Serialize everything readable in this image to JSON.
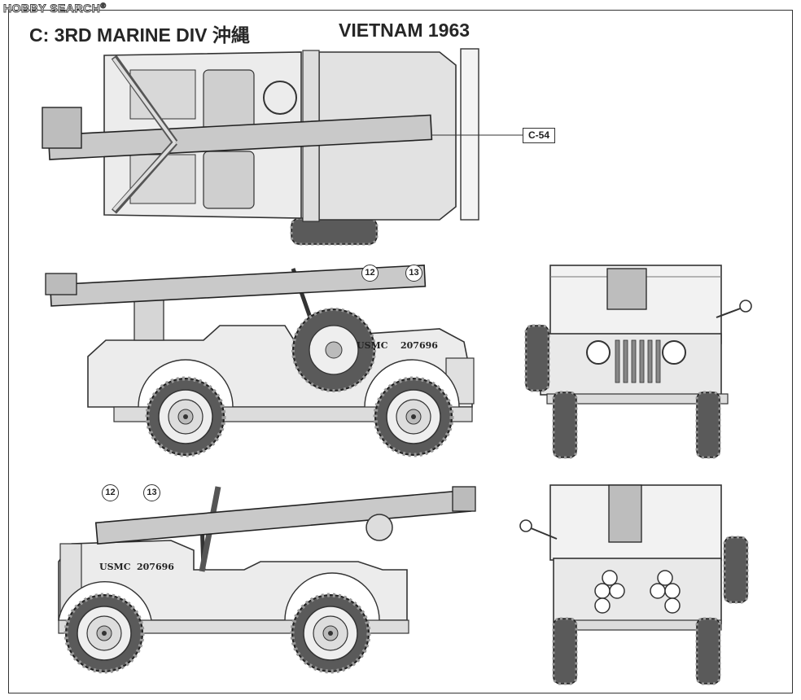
{
  "watermark": {
    "text": "HOBBY SEARCH",
    "reg": "®"
  },
  "title": {
    "scheme": "C: 3RD MARINE DIV 沖縄",
    "theater": "VIETNAM  1963"
  },
  "callout": {
    "part": "C-54"
  },
  "markings": {
    "badge_12": "12",
    "badge_13": "13",
    "usmc": "USMC",
    "serial": "207696"
  },
  "colors": {
    "line": "#333333",
    "fill": "#e9e9e9",
    "tire": "#5a5a5a",
    "paper": "#ffffff"
  }
}
